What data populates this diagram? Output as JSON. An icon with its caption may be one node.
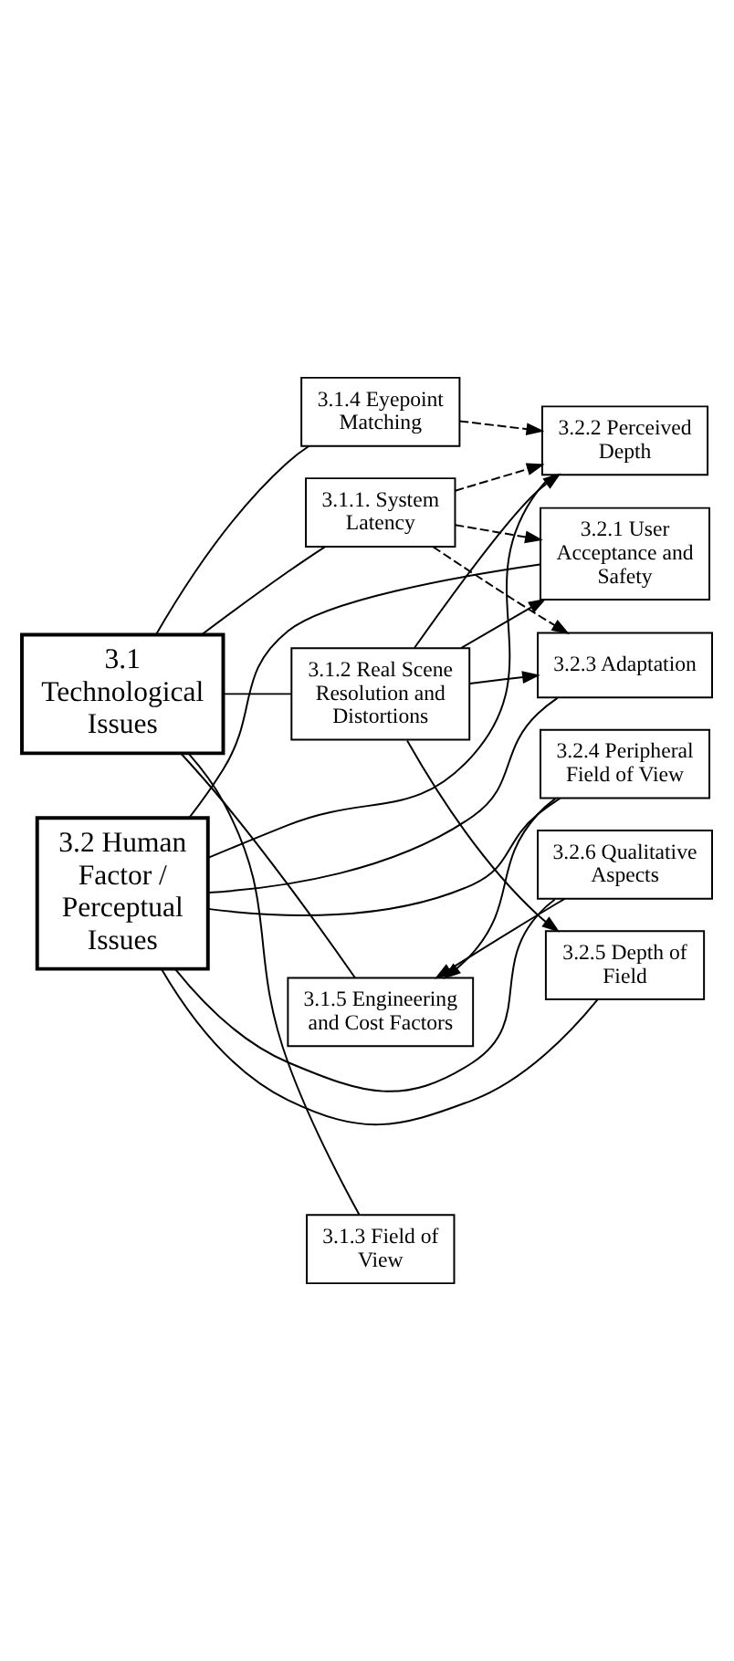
{
  "diagram": {
    "nodes": [
      {
        "text": [
          "3.1 Technological Issues"
        ]
      },
      {
        "text": [
          "3.1.1. System Latency"
        ]
      },
      {
        "text": [
          "3.1.2 Real Scene Resolution and Distortions"
        ]
      },
      {
        "text": [
          "3.1.3 Field of View"
        ]
      },
      {
        "text": [
          "3.1.4 Eyepoint Matching"
        ]
      },
      {
        "text": [
          "3.1.5 Engineering and Cost Factors"
        ]
      },
      {
        "text": [
          "3.2 Human Factor / Perceptual Issues"
        ]
      },
      {
        "text": [
          "3.2.1 User Acceptance and Safety"
        ]
      },
      {
        "text": [
          "3.2.2 Perceived Depth"
        ]
      },
      {
        "text": [
          "3.2.3 Adaptation"
        ]
      },
      {
        "text": [
          "3.2.4 Peripheral Field of View"
        ]
      },
      {
        "text": [
          "3.2.5 Depth of Field"
        ]
      },
      {
        "text": [
          "3.2.6 Qualitative Aspects"
        ]
      }
    ],
    "edges": [
      {
        "from": 0,
        "to": 1,
        "arrow": "none"
      },
      {
        "from": 0,
        "to": 2,
        "arrow": "none"
      },
      {
        "from": 0,
        "to": 3,
        "arrow": "none"
      },
      {
        "from": 0,
        "to": 4,
        "arrow": "none"
      },
      {
        "from": 0,
        "to": 5,
        "arrow": "none"
      },
      {
        "from": 6,
        "to": 7,
        "arrow": "none"
      },
      {
        "from": 6,
        "to": 8,
        "arrow": "none"
      },
      {
        "from": 6,
        "to": 9,
        "arrow": "none"
      },
      {
        "from": 6,
        "to": 10,
        "arrow": "none"
      },
      {
        "from": 6,
        "to": 11,
        "arrow": "none"
      },
      {
        "from": 6,
        "to": 12,
        "arrow": "none"
      },
      {
        "from": 1,
        "to": 7,
        "arrow": "to",
        "style": "dashed"
      },
      {
        "from": 1,
        "to": 8,
        "arrow": "to",
        "style": "dashed"
      },
      {
        "from": 1,
        "to": 9,
        "arrow": "to",
        "style": "dashed"
      },
      {
        "from": 2,
        "to": 7,
        "arrow": "to"
      },
      {
        "from": 2,
        "to": 8,
        "arrow": "to"
      },
      {
        "from": 2,
        "to": 9,
        "arrow": "to"
      },
      {
        "from": 2,
        "to": 11,
        "arrow": "to"
      },
      {
        "from": 4,
        "to": 8,
        "arrow": "to",
        "style": "dashed"
      },
      {
        "from": 10,
        "to": 5,
        "arrow": "to"
      },
      {
        "from": 12,
        "to": 5,
        "arrow": "to"
      }
    ]
  }
}
